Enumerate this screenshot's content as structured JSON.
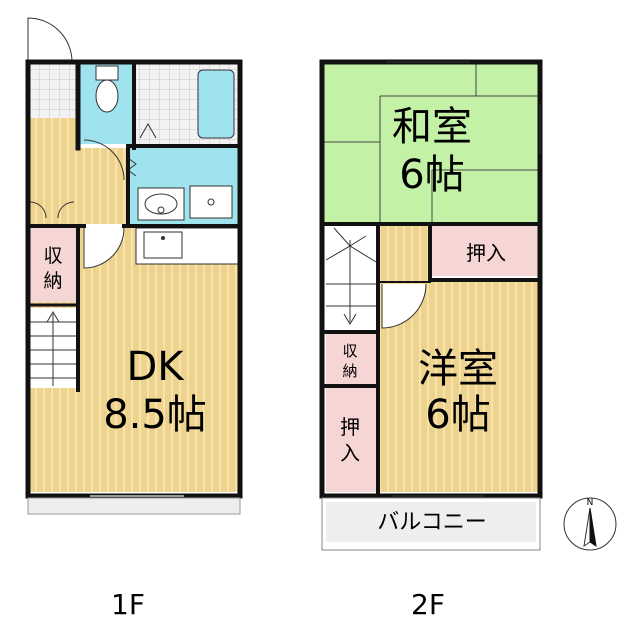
{
  "floors": [
    {
      "label": "1F",
      "rooms": [
        {
          "name": "DK",
          "size": "8.5帖"
        },
        {
          "name": "収",
          "name2": "納"
        }
      ]
    },
    {
      "label": "2F",
      "rooms": [
        {
          "name": "和室",
          "size": "6帖"
        },
        {
          "name": "押入"
        },
        {
          "name": "洋室",
          "size": "6帖"
        },
        {
          "name": "収",
          "name2": "納"
        },
        {
          "name": "押",
          "name2": "入"
        },
        {
          "name": "バルコニー"
        }
      ]
    }
  ],
  "compass": {
    "letter": "N"
  },
  "colors": {
    "flooring": "#eed38e",
    "flooring_line": "#f7e4ad",
    "tatami": "#c3f2a6",
    "closet": "#f6d5d5",
    "water": "#9fe3ee",
    "tile": "#eeeeee",
    "wall": "#111111"
  }
}
